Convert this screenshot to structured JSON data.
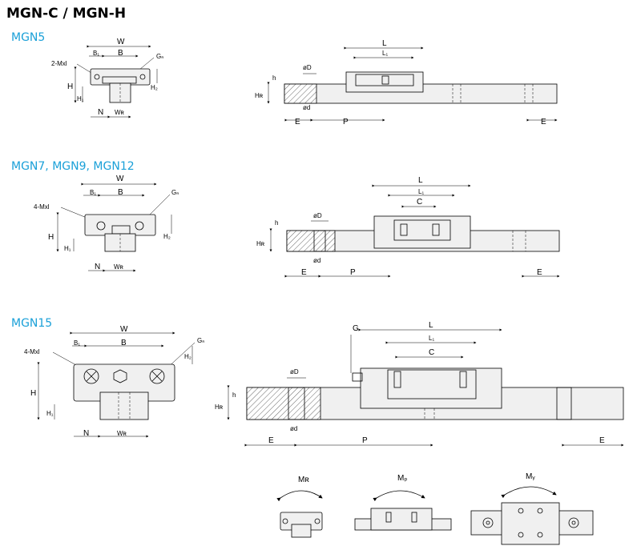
{
  "title": "MGN-C / MGN-H",
  "sections": [
    {
      "name": "MGN5"
    },
    {
      "name": "MGN7, MGN9, MGN12"
    },
    {
      "name": "MGN15"
    }
  ],
  "labels": {
    "W": "W",
    "B": "B",
    "B1": "B₁",
    "Gn": "Gₙ",
    "H": "H",
    "H1": "H₁",
    "H2": "H₂",
    "N": "N",
    "WR": "Wʀ",
    "L": "L",
    "L1": "L₁",
    "C": "C",
    "G": "G",
    "D": "øD",
    "d": "ød",
    "h": "h",
    "HR": "Hʀ",
    "E": "E",
    "P": "P",
    "mxl2": "2-Mxl",
    "mxl4": "4-Mxl",
    "MR": "Mʀ",
    "MP": "Mₚ",
    "MY": "Mᵧ"
  },
  "colors": {
    "section": "#1aa0d8",
    "ink": "#000000",
    "body": "#f0f0f0"
  }
}
